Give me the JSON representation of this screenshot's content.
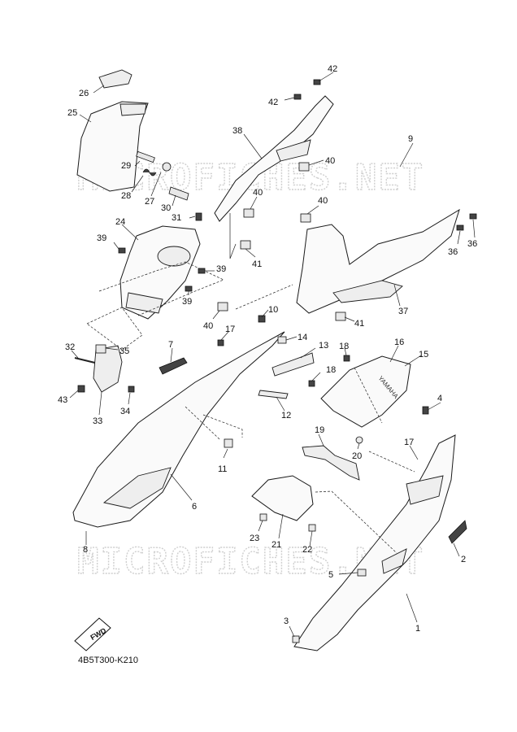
{
  "watermark": {
    "text": "MICROFICHES.NET"
  },
  "diagram_code": "4B5T300-K210",
  "fwd_badge": "FWD",
  "brand_marks": {
    "yamaha": "YAMAHA"
  },
  "callouts": {
    "c1": "1",
    "c2": "2",
    "c3": "3",
    "c4": "4",
    "c5": "5",
    "c6": "6",
    "c7": "7",
    "c8": "8",
    "c9": "9",
    "c10": "10",
    "c11": "11",
    "c12": "12",
    "c13": "13",
    "c14": "14",
    "c15": "15",
    "c16": "16",
    "c17a": "17",
    "c17b": "17",
    "c18a": "18",
    "c18b": "18",
    "c19": "19",
    "c20": "20",
    "c21": "21",
    "c22": "22",
    "c23": "23",
    "c24": "24",
    "c25": "25",
    "c26": "26",
    "c27": "27",
    "c28": "28",
    "c29": "29",
    "c30": "30",
    "c31": "31",
    "c32": "32",
    "c33": "33",
    "c34": "34",
    "c35": "35",
    "c36a": "36",
    "c36b": "36",
    "c37": "37",
    "c38": "38",
    "c39a": "39",
    "c39b": "39",
    "c39c": "39",
    "c40a": "40",
    "c40b": "40",
    "c40c": "40",
    "c40d": "40",
    "c41a": "41",
    "c41b": "41",
    "c42a": "42",
    "c42b": "42",
    "c43": "43"
  }
}
